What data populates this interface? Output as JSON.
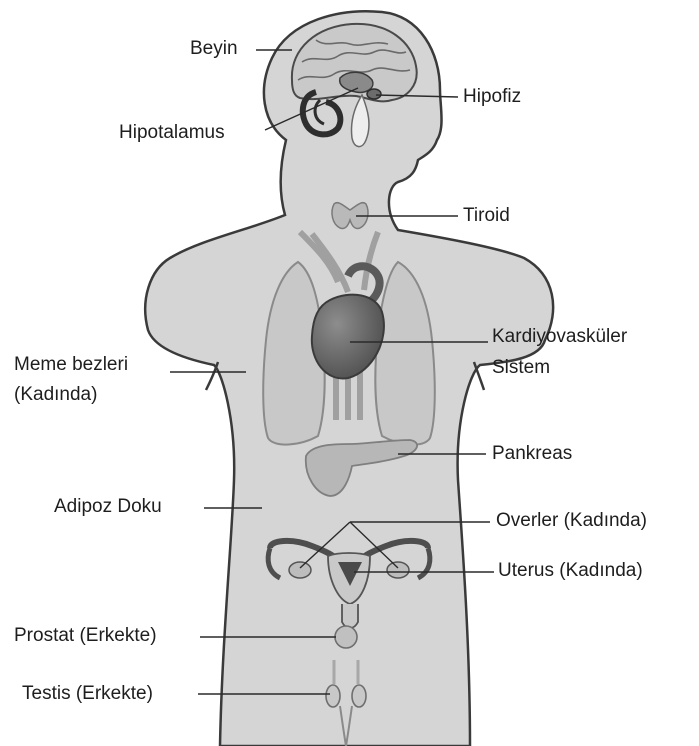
{
  "labels": {
    "beyin": "Beyin",
    "hipofiz": "Hipofiz",
    "hipotalamus": "Hipotalamus",
    "tiroid": "Tiroid",
    "kardiyo_1": "Kardiyovasküler",
    "kardiyo_2": "Sistem",
    "meme_1": "Meme bezleri",
    "meme_2": "(Kadında)",
    "pankreas": "Pankreas",
    "adipoz": "Adipoz Doku",
    "overler": "Overler (Kadında)",
    "uterus": "Uterus (Kadında)",
    "prostat": "Prostat (Erkekte)",
    "testis": "Testis (Erkekte)"
  },
  "colors": {
    "body": "#d5d5d5",
    "outline": "#3a3a3a",
    "organ_light": "#bfbfbf",
    "organ_mid": "#a8a8a8",
    "organ_dark": "#5a5a5a",
    "leader_line": "#2a2a2a"
  }
}
